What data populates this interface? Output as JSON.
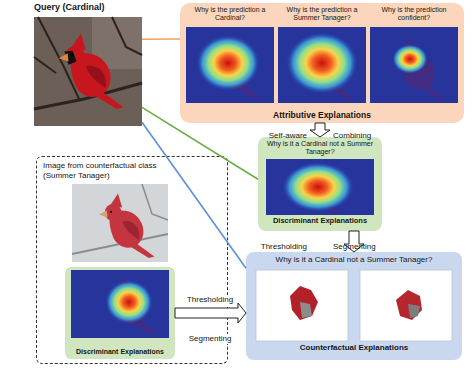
{
  "diagram": {
    "nodes": [
      {
        "text": [
          "Query (Cardinal)"
        ]
      },
      {
        "text": [
          "Attributive Explanations"
        ]
      },
      {
        "text": [
          "Why is the prediction a Cardinal?"
        ],
        "in": 1
      },
      {
        "text": [
          "Why is the prediction a Summer Tanager?"
        ],
        "in": 1
      },
      {
        "text": [
          "Why is the prediction confident?"
        ],
        "in": 1
      },
      {
        "text": [
          "Why is it a Cardinal not a Summer Tanager?",
          "Discriminant Explanations"
        ]
      },
      {
        "text": [
          "Image from counterfactual class (Summer Tanager)"
        ]
      },
      {
        "text": [
          "Discriminant Explanations"
        ],
        "in": 6
      },
      {
        "text": [
          "Why is it a Cardinal not a Summer Tanager?",
          "Counterfactual Explanations"
        ]
      }
    ],
    "edges": [
      {
        "from": 0,
        "to": 1,
        "arrow": "none"
      },
      {
        "from": 0,
        "to": 5,
        "arrow": "none"
      },
      {
        "from": 0,
        "to": 8,
        "arrow": "none"
      },
      {
        "from": 1,
        "to": 5,
        "arrow": "to"
      },
      {
        "from": 5,
        "to": 8,
        "arrow": "to"
      },
      {
        "from": 7,
        "to": 8,
        "arrow": "to"
      }
    ],
    "labels": [
      "Self-aware",
      "Combining",
      "Thresholding",
      "Segmenting",
      "Thresholding",
      "Segmenting"
    ]
  }
}
